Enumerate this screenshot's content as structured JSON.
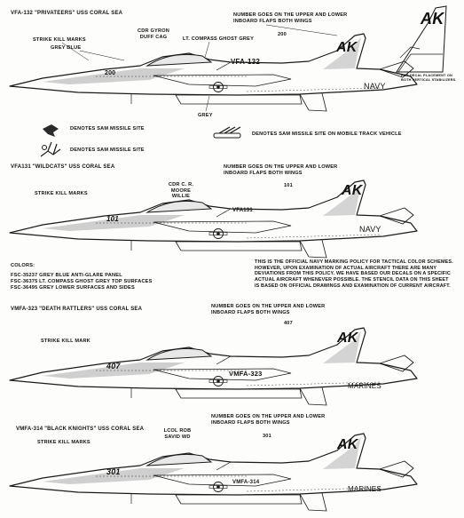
{
  "aircraft": [
    {
      "title": "VFA-132 \"PRIVATEERS\" USS CORAL SEA",
      "pilot": "CDR GYRON DUFF CAG",
      "strike": "STRIKE KILL MARKS",
      "note1": "NUMBER GOES ON THE UPPER AND LOWER",
      "note2": "INBOARD FLAPS  BOTH WINGS",
      "number": "200",
      "callouts": {
        "grey_blue": "GREY BLUE",
        "ghost_grey": "LT. COMPASS GHOST GREY",
        "grey": "GREY"
      },
      "side_text": "VFA-132",
      "nose_number": "200",
      "tail_text": "NAVY",
      "fin_code": "AK"
    },
    {
      "title": "VFA131 \"WILDCATS\" USS CORAL SEA",
      "pilot": "CDR C. R. MOORE WILLIE",
      "strike": "STRIKE KILL MARKS",
      "note1": "NUMBER GOES ON THE UPPER AND LOWER",
      "note2": "INBOARD FLAPS  BOTH WINGS",
      "number": "101",
      "side_text": "VFA131",
      "nose_number": "101",
      "tail_text": "NAVY",
      "fin_code": "AK"
    },
    {
      "title": "VMFA-323 \"DEATH RATTLERS\" USS CORAL SEA",
      "strike": "STRIKE KILL MARK",
      "note1": "NUMBER GOES ON THE UPPER AND LOWER",
      "note2": "INBOARD FLAPS  BOTH WINGS",
      "number": "407",
      "side_text": "VMFA-323",
      "nose_number": "407",
      "tail_text": "MARINES",
      "fin_code": "AK"
    },
    {
      "title": "VMFA-314 \"BLACK KNIGHTS\" USS CORAL SEA",
      "pilot": "LCOL ROB SAVID WD",
      "strike": "STRIKE KILL MARKS",
      "note1": "NUMBER GOES ON THE UPPER AND LOWER",
      "note2": "INBOARD FLAPS  BOTH WINGS",
      "number": "301",
      "side_text": "VMFA-314",
      "nose_number": "301",
      "tail_text": "MARINES",
      "fin_code": "AK"
    }
  ],
  "legend": {
    "sam_site": "DENOTES SAM MISSILE SITE",
    "sam_site_2": "DENOTES SAM MISSILE SITE",
    "sam_mobile": "DENOTES SAM MISSILE SITE ON MOBILE TRACK VEHICLE"
  },
  "fin_detail": "FOR DECAL PLACEMENT ON BOTH VERTICAL STABILIZERS",
  "colors": {
    "heading": "COLORS:",
    "items": [
      "FSC-35237  GREY BLUE ANTI-GLARE PANEL",
      "FSC-36375  LT. COMPASS GHOST GREY TOP SURFACES",
      "FSC-36495  GREY LOWER SURFACES AND SIDES"
    ]
  },
  "policy": "THIS IS THE OFFICIAL NAVY MARKING POLICY FOR TACTICAL COLOR SCHEMES. HOWEVER, UPON EXAMINATION OF ACTUAL AIRCRAFT THERE ARE MANY DEVIATIONS FROM THIS POLICY. WE HAVE BASED OUR DECALS ON A SPECIFIC ACTUAL AIRCRAFT WHENEVER POSSIBLE. THE STENCIL DATA ON THIS SHEET IS BASED ON OFFICIAL DRAWINGS AND EXAMINATION OF CURRENT AIRCRAFT.",
  "palette": {
    "ink": "#1a1a1a",
    "paper": "#fdfdfb"
  }
}
